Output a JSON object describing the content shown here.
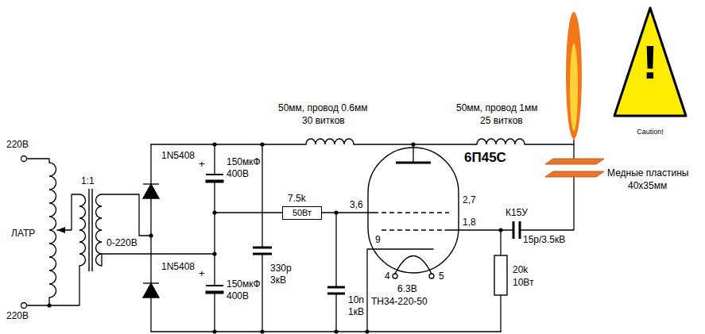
{
  "diagram": {
    "nodes": [
      {
        "text": [
          "50Вт"
        ]
      },
      {
        "text": [
          "6П45С",
          "3,6",
          "2,7",
          "1,8",
          "9",
          "4",
          "5"
        ]
      },
      {
        "text": [
          "!",
          "Caution!"
        ]
      }
    ],
    "labels": [
      "220В",
      "220В",
      "ЛАТР",
      "1:1",
      "0-220В",
      "1N5408",
      "1N5408",
      "+",
      "+",
      "150мкФ",
      "400В",
      "150мкФ",
      "400В",
      "330p",
      "3кВ",
      "7.5k",
      "10n",
      "1кВ",
      "6.3В",
      "ТН34-220-50",
      "50мм, провод 0.6мм",
      "30 витков",
      "50мм, провод 1мм",
      "25 витков",
      "К15У",
      "15p/3.5кВ",
      "20k",
      "10Вт",
      "Медные пластины",
      "40x35мм"
    ]
  }
}
